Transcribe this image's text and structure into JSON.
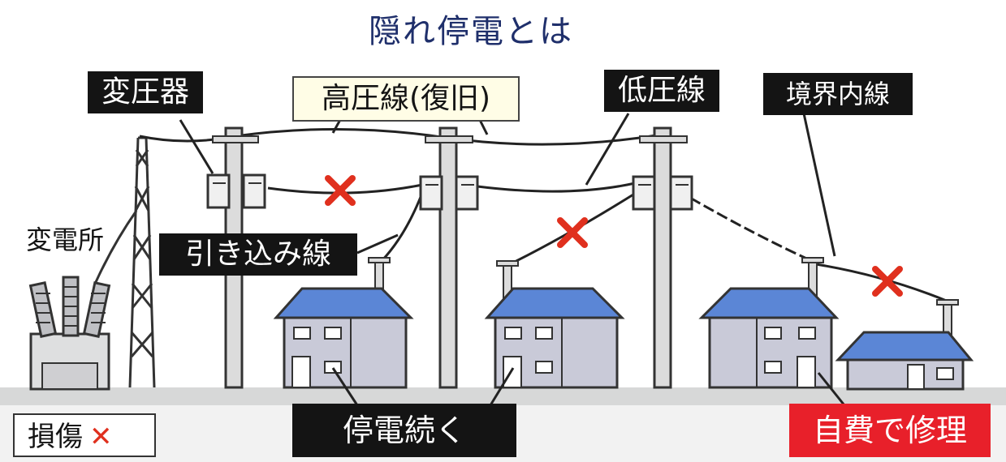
{
  "title": "隠れ停電とは",
  "labels": {
    "transformer": "変圧器",
    "high_voltage": "高圧線(復旧)",
    "low_voltage": "低圧線",
    "boundary_wire": "境界内線",
    "substation": "変電所",
    "service_drop": "引き込み線",
    "outage_continues": "停電続く",
    "self_repair": "自費で修理"
  },
  "legend": {
    "text": "損傷",
    "mark": "✕"
  },
  "colors": {
    "title": "#1f2f6b",
    "label_bg": "#141414",
    "high_voltage_bg": "#fffde6",
    "self_repair_bg": "#e8202a",
    "damage_mark": "#e0301e",
    "house_wall": "#c9cad8",
    "house_roof": "#5b86d6",
    "ground": "#d7d8d8"
  },
  "icons": [
    "damage-x-icon",
    "utility-pole-icon",
    "transformer-icon",
    "house-icon",
    "substation-icon",
    "transmission-tower-icon"
  ]
}
